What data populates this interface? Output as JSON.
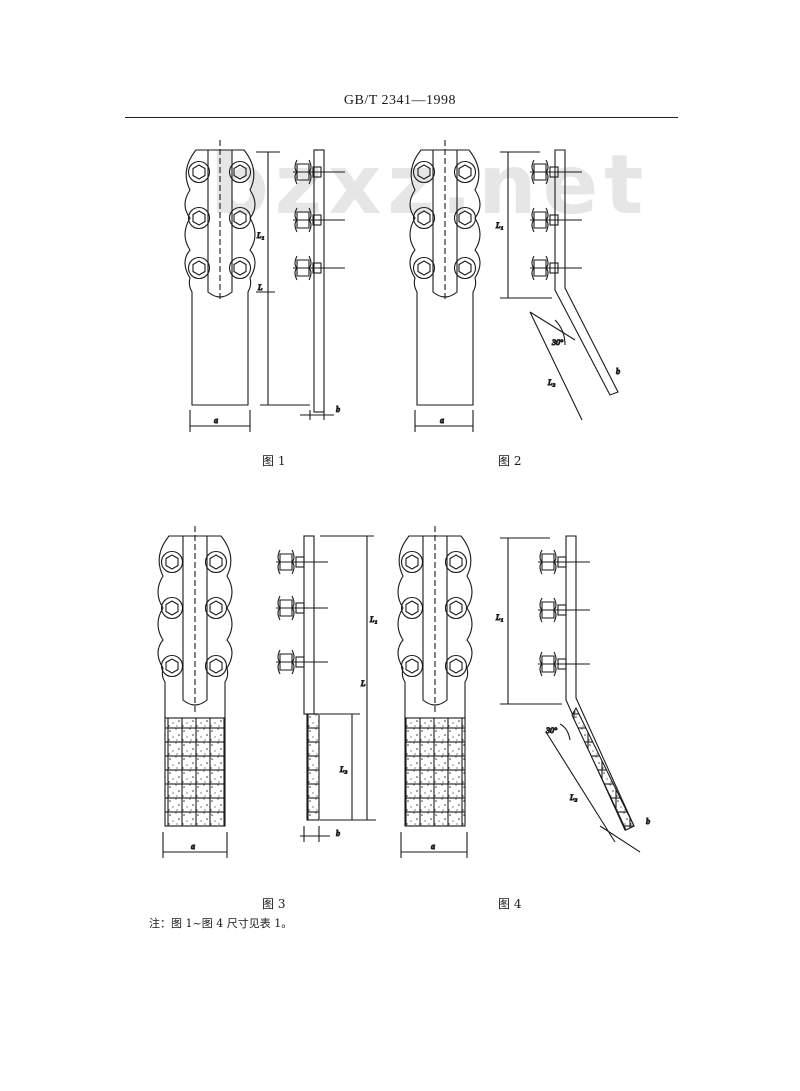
{
  "header": {
    "standard": "GB/T 2341—1998"
  },
  "watermark": "bzxz.net",
  "figures": [
    {
      "id": "fig1",
      "label": "图 1"
    },
    {
      "id": "fig2",
      "label": "图 2"
    },
    {
      "id": "fig3",
      "label": "图 3"
    },
    {
      "id": "fig4",
      "label": "图 4"
    }
  ],
  "dimensions": {
    "a": "a",
    "b": "b",
    "L": "L",
    "L1": "L₁",
    "L2": "L₂",
    "angle": "30°"
  },
  "note": "注：图 1~图 4 尺寸见表 1。",
  "colors": {
    "ink": "#1a1a1a",
    "watermark": "#c9c9c9"
  }
}
